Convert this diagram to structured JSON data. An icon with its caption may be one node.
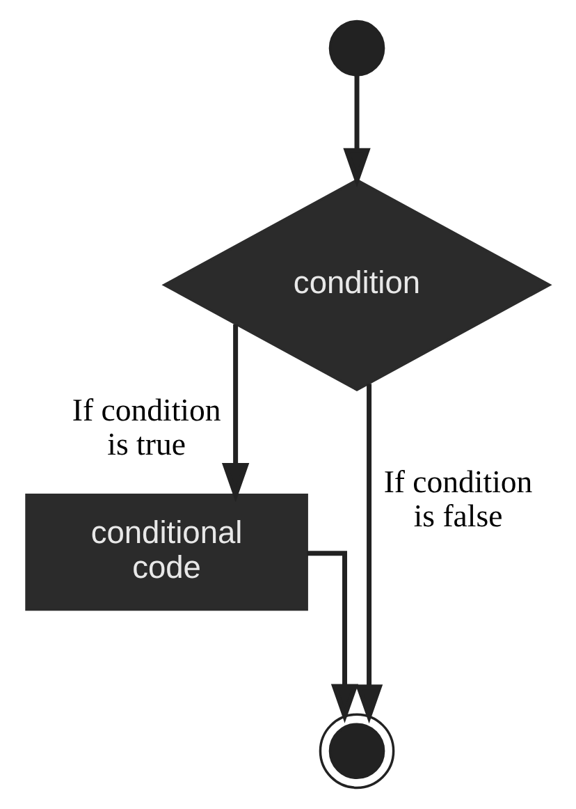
{
  "diagram": {
    "nodes": [
      {
        "text": [],
        "shape": "circle"
      },
      {
        "text": [
          "condition"
        ]
      },
      {
        "text": [
          "conditional code"
        ]
      },
      {
        "text": [],
        "shape": "circle"
      }
    ],
    "edges": [
      {
        "from": 0,
        "to": 1,
        "arrow": "to"
      },
      {
        "from": 1,
        "to": 2,
        "arrow": "to",
        "label": "If condition is true"
      },
      {
        "from": 1,
        "to": 3,
        "arrow": "to",
        "label": "If condition is false"
      },
      {
        "from": 2,
        "to": 3,
        "arrow": "to"
      }
    ]
  }
}
